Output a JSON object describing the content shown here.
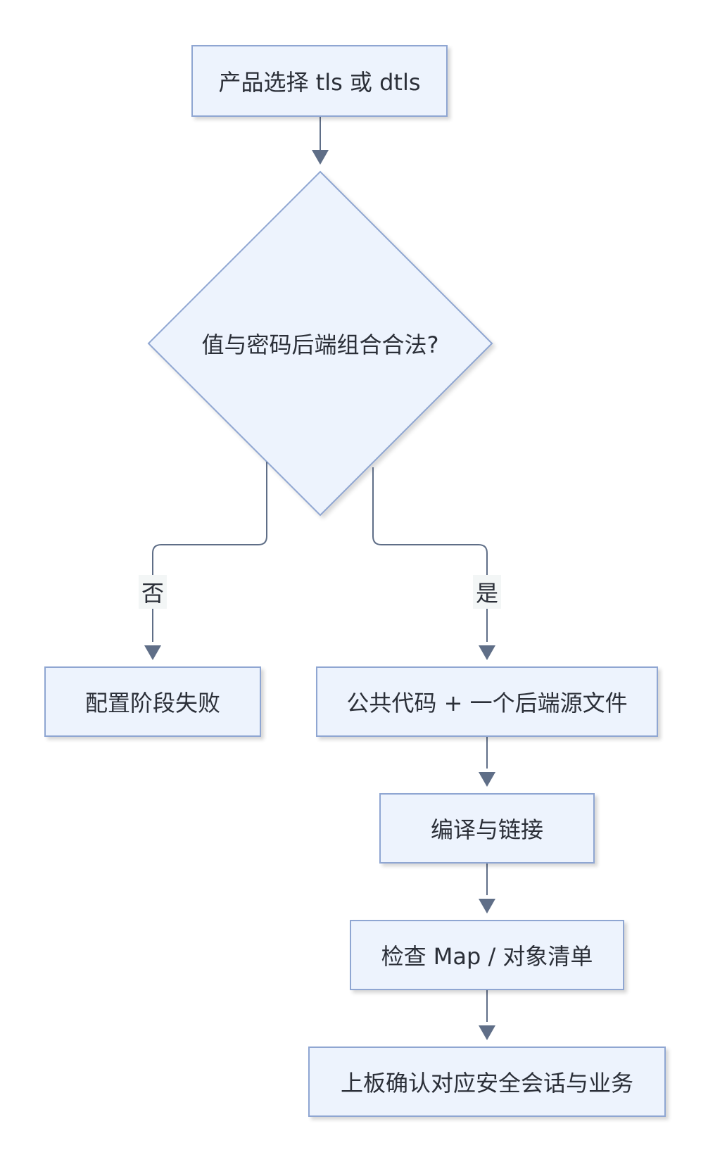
{
  "colors": {
    "node_fill": "#edf3fd",
    "node_border": "#8fa6d2",
    "edge": "#5f6e87",
    "text": "#2b2f38",
    "edge_label_bg": "#f3f6f6"
  },
  "nodes": {
    "start": "产品选择 tls 或 dtls",
    "decision": "值与密码后端组合合法?",
    "config_fail": "配置阶段失败",
    "common_code": "公共代码 + 一个后端源文件",
    "compile_link": "编译与链接",
    "check_map": "检查 Map / 对象清单",
    "board_confirm": "上板确认对应安全会话与业务"
  },
  "edge_labels": {
    "no": "否",
    "yes": "是"
  }
}
